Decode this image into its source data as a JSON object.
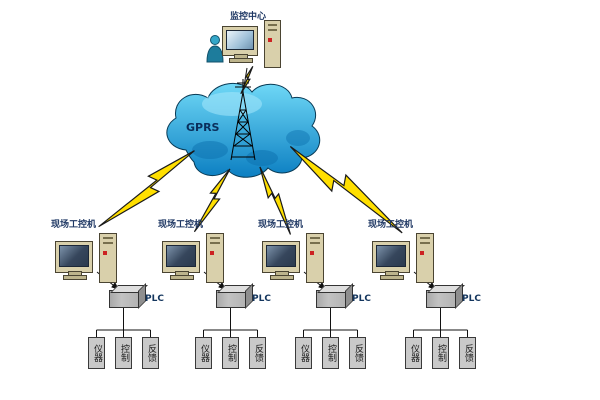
{
  "header": {
    "title": "监控中心"
  },
  "cloud": {
    "label": "GPRS"
  },
  "stations": [
    {
      "label": "现场工控机",
      "plc_label": "PLC",
      "devices": [
        "仪器",
        "控制",
        "反馈"
      ]
    },
    {
      "label": "现场工控机",
      "plc_label": "PLC",
      "devices": [
        "仪器",
        "控制",
        "反馈"
      ]
    },
    {
      "label": "现场工控机",
      "plc_label": "PLC",
      "devices": [
        "仪器",
        "控制",
        "反馈"
      ]
    },
    {
      "label": "现场工控机",
      "plc_label": "PLC",
      "devices": [
        "仪器",
        "控制",
        "反馈"
      ]
    }
  ],
  "colors": {
    "cloud_top": "#6fd8f6",
    "cloud_bottom": "#0c7fc2",
    "lightning_yellow": "#ffdf00",
    "cabinet_beige": "#d9d0ab",
    "screen_navy": "#36465c",
    "plc_gray": "#b9b9b9",
    "label_navy": "#1f3864"
  }
}
